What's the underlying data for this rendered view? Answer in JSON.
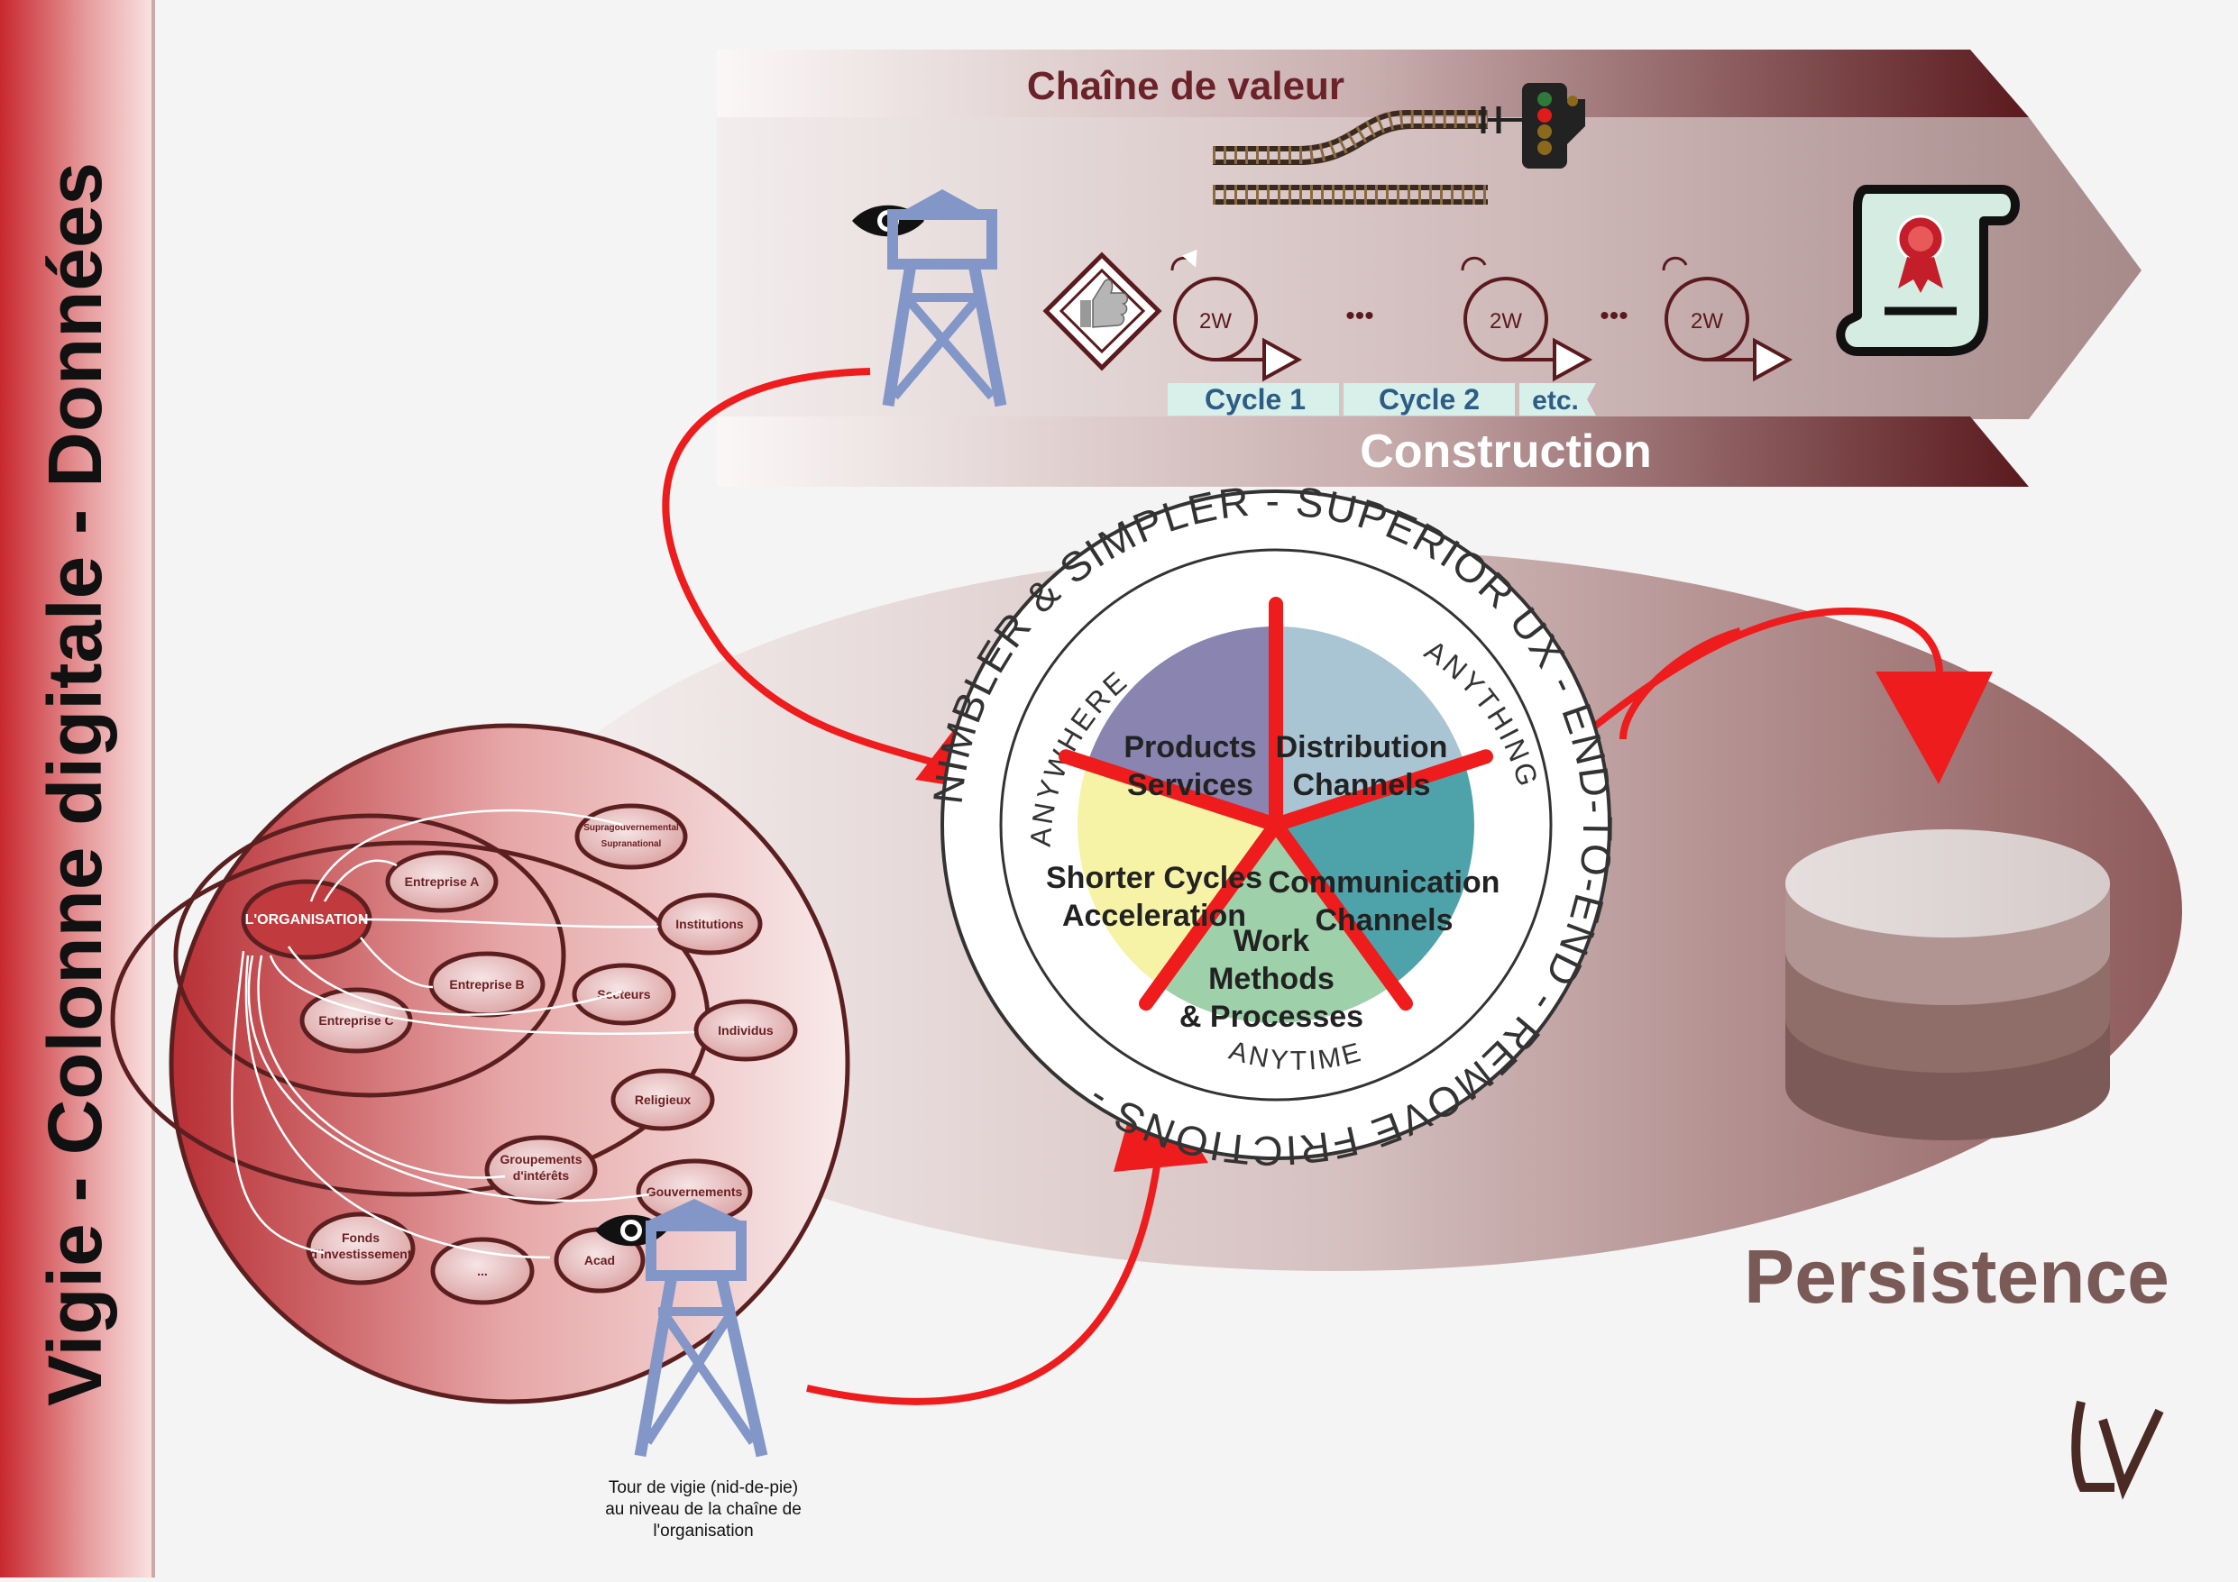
{
  "sidebar": {
    "title": "Vigie - Colonne digitale - Données"
  },
  "value_chain": {
    "title": "Chaîne de valeur",
    "construction_label": "Construction",
    "cycle_badge": "2W",
    "ellipsis": "•••",
    "cycles": [
      "Cycle 1",
      "Cycle 2",
      "etc."
    ]
  },
  "wheel": {
    "outer_ring_text": "NIMBLER & SIMPLER - SUPERIOR UX - END-TO-END - REMOVE FRICTIONS -",
    "inner_top_left": "ANYWHERE",
    "inner_top_right": "ANYTHING",
    "inner_bottom": "ANYTIME",
    "segments": [
      {
        "line1": "Products",
        "line2": "Services",
        "line3": "",
        "color": "#8a84b0"
      },
      {
        "line1": "Distribution",
        "line2": "Channels",
        "line3": "",
        "color": "#a9c4d2"
      },
      {
        "line1": "Communication",
        "line2": "Channels",
        "line3": "",
        "color": "#4ea3ab"
      },
      {
        "line1": "Work",
        "line2": "Methods",
        "line3": "& Processes",
        "color": "#9ed1a9"
      },
      {
        "line1": "Shorter Cycles",
        "line2": "Acceleration",
        "line3": "",
        "color": "#f6f3a6"
      }
    ]
  },
  "ecosystem": {
    "items": [
      "L'ORGANISATION",
      "Entreprise A",
      "Entreprise B",
      "Entreprise C",
      "Supragouvernemental",
      "Supranational",
      "Institutions",
      "Secteurs",
      "Individus",
      "Religieux",
      "Groupements",
      "d'intérêts",
      "Gouvernements",
      "Fonds",
      "d'investissement",
      "...",
      "Acad"
    ]
  },
  "tower_caption": [
    "Tour de vigie (nid-de-pie)",
    "au niveau de la chaîne de",
    "l'organisation"
  ],
  "persistence_label": "Persistence",
  "logo_text": "LV",
  "colors": {
    "accent_red": "#ee1c1c",
    "maroon": "#5c1f1f",
    "tower_blue": "#8296c8",
    "persistence_text": "#7a5a56"
  }
}
